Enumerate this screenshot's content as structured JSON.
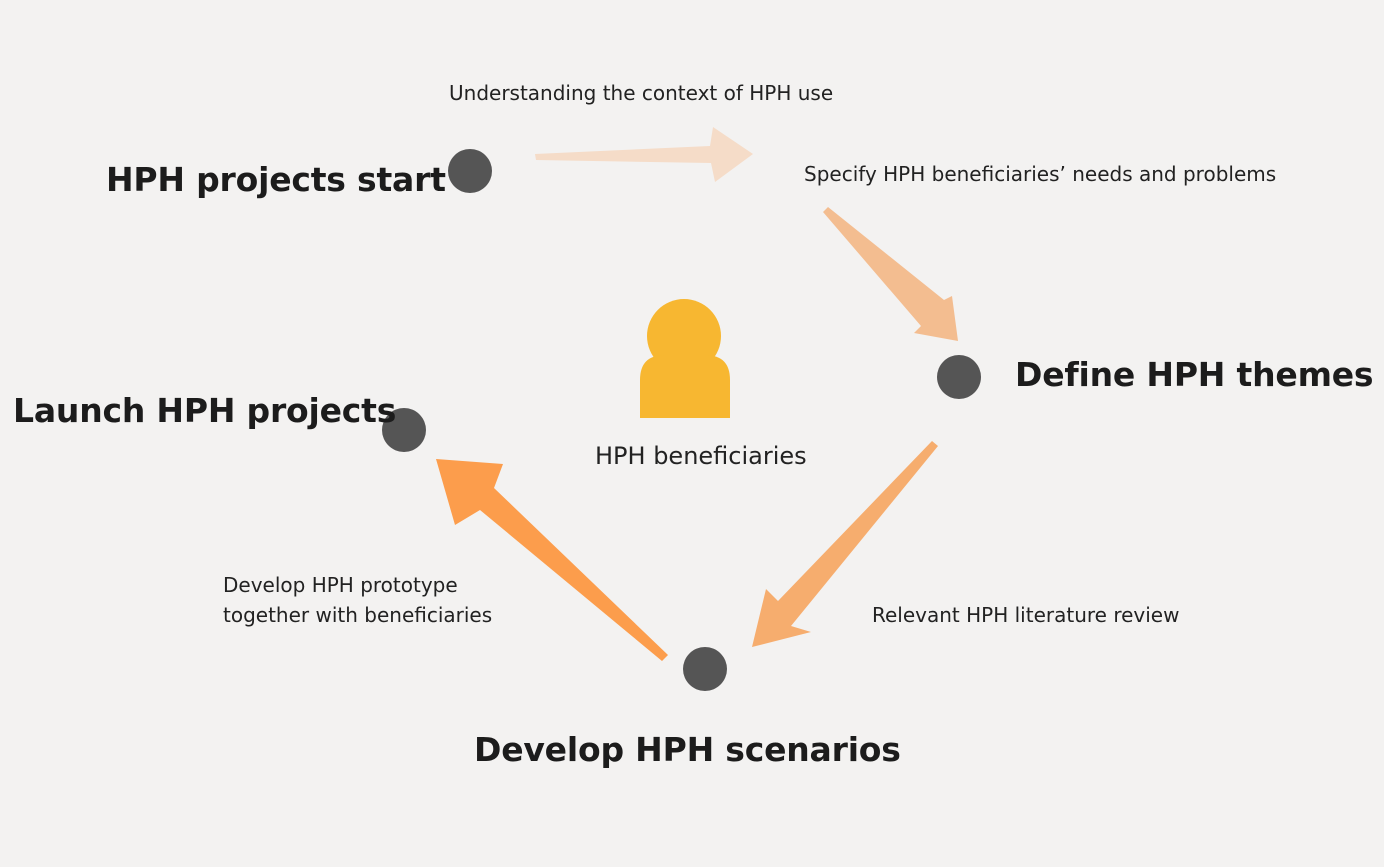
{
  "stages": {
    "start": "HPH projects start",
    "define": "Define HPH themes",
    "scenarios": "Develop HPH scenarios",
    "launch": "Launch HPH projects"
  },
  "notes": {
    "context": "Understanding the context of HPH use",
    "specify": "Specify HPH beneficiaries’ needs and problems",
    "literature": "Relevant HPH literature review",
    "prototype_line1": "Develop HPH prototype",
    "prototype_line2": "together with beneficiaries"
  },
  "center": {
    "label": "HPH beneficiaries",
    "icon": "person-icon"
  },
  "colors": {
    "background": "#f3f2f1",
    "node": "#555555",
    "person": "#f7b731",
    "arrow1": "#f5dcc8",
    "arrow2": "#f3bd90",
    "arrow3": "#f6ad6e",
    "arrow4": "#fc9d4c"
  }
}
